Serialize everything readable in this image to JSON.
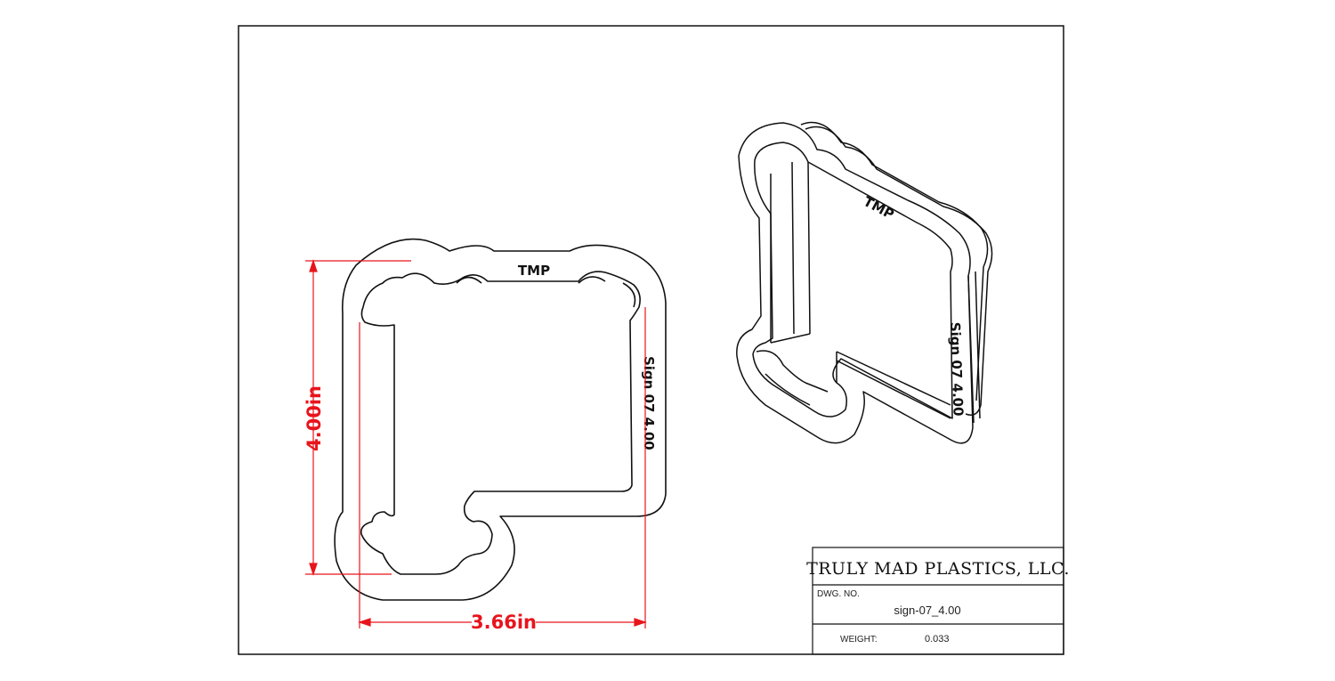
{
  "dimensions": {
    "height_label": "4.00in",
    "width_label": "3.66in"
  },
  "part_labels": {
    "front_top": "TMP",
    "front_side": "Sign 07  4.00",
    "iso_top": "TMP",
    "iso_side": "Sign 07  4.00"
  },
  "title_block": {
    "company": "TRULY MAD PLASTICS, LLC.",
    "dwg_no_label": "DWG.  NO.",
    "dwg_no_value": "sign-07_4.00",
    "weight_label": "WEIGHT:",
    "weight_value": "0.033"
  },
  "colors": {
    "dimension": "#e8141c",
    "line": "#111111"
  }
}
